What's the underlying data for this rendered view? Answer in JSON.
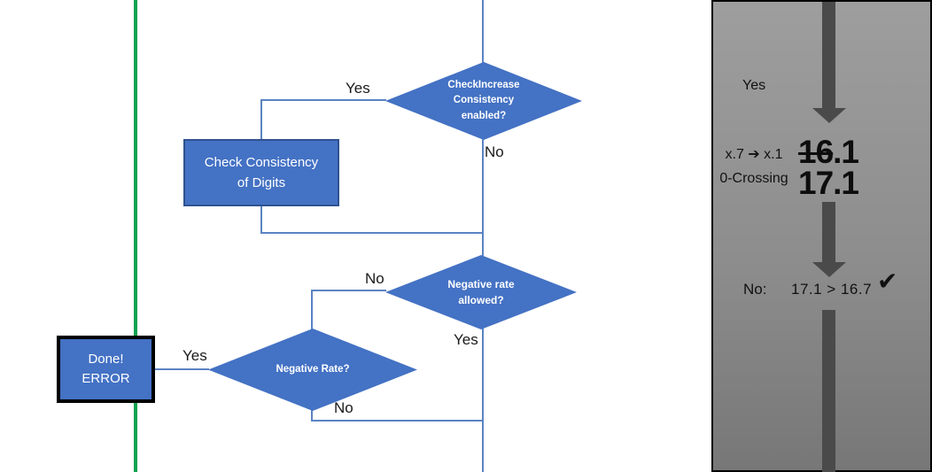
{
  "flowchart": {
    "nodes": {
      "check_increase_consistency": {
        "line1": "CheckIncrease",
        "line2": "Consistency",
        "line3": "enabled?"
      },
      "check_consistency_of_digits": {
        "line1": "Check Consistency",
        "line2": "of Digits"
      },
      "negative_rate_allowed": {
        "line1": "Negative rate",
        "line2": "allowed?"
      },
      "negative_rate": {
        "line1": "Negative Rate?"
      },
      "done_error": {
        "line1": "Done!",
        "line2": "ERROR"
      }
    },
    "edge_labels": {
      "yes_top": "Yes",
      "no_top": "No",
      "no_mid": "No",
      "yes_mid": "Yes",
      "yes_done": "Yes",
      "no_bottom": "No"
    }
  },
  "panel": {
    "yes_label": "Yes",
    "crossing_note_line1": "x.7 ➔ x.1",
    "crossing_note_line2": "0-Crossing",
    "old_value_struck": "16",
    "old_value_rest": ".1",
    "new_value": "17.1",
    "result_label": "No:",
    "result_comparison": "17.1 > 16.7",
    "checkmark": "✔"
  },
  "colors": {
    "node_fill": "#4472C4",
    "node_border": "#2F528F",
    "done_border": "#000000",
    "connector": "#5B83C4",
    "green_line": "#0EA24E",
    "panel_gradient_top": "#9E9E9E",
    "panel_gradient_bottom": "#777777",
    "arrow_gray": "#4A4A4A",
    "text_white": "#FFFFFF",
    "text_black": "#111111"
  }
}
